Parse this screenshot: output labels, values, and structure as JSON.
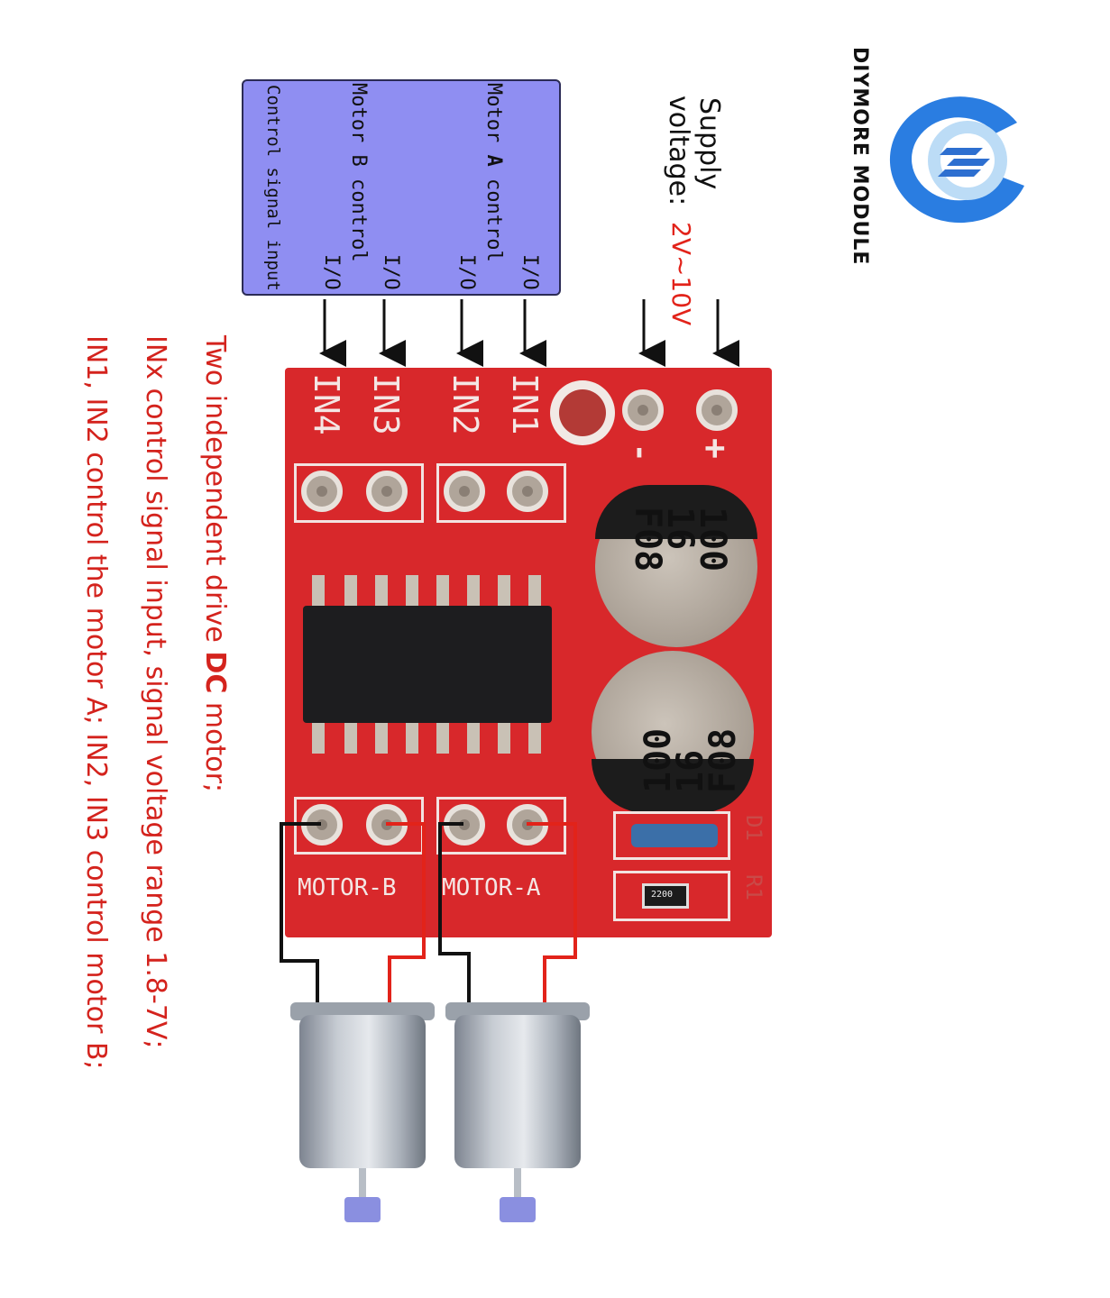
{
  "brand": {
    "name": "DIYMORE MODULE"
  },
  "control_box": {
    "line1_prefix": "Motor ",
    "line1_bold": "A",
    "line1_suffix": " control",
    "line2": "Motor  B control",
    "line3": "Control signal input",
    "io_labels": [
      "I/O",
      "I/O",
      "I/O",
      "I/O"
    ]
  },
  "supply": {
    "title_line1": "Supply",
    "title_line2": "voltage:",
    "range": "2V~10V"
  },
  "board": {
    "pins": [
      "IN1",
      "IN2",
      "IN3",
      "IN4"
    ],
    "power_minus": "-",
    "power_plus": "+",
    "cap1": [
      "100",
      "16",
      "F08"
    ],
    "cap2": [
      "100",
      "16",
      "F08"
    ],
    "motor_a": "MOTOR-A",
    "motor_b": "MOTOR-B",
    "resistor_code": "2200",
    "d1": "D1",
    "r1": "R1"
  },
  "notes": {
    "line1_prefix": "Two independent drive ",
    "line1_bold": "DC",
    "line1_suffix": " motor;",
    "line2": "INx control signal input, signal voltage range 1.8-7V;",
    "line3": "IN1, IN2 control the motor A; IN2, IN3 control motor B;"
  },
  "colors": {
    "board": "#d8282b",
    "control_box": "#8f8ef2",
    "note_text": "#d4231d",
    "wire_red": "#e2231a",
    "wire_black": "#111111"
  }
}
